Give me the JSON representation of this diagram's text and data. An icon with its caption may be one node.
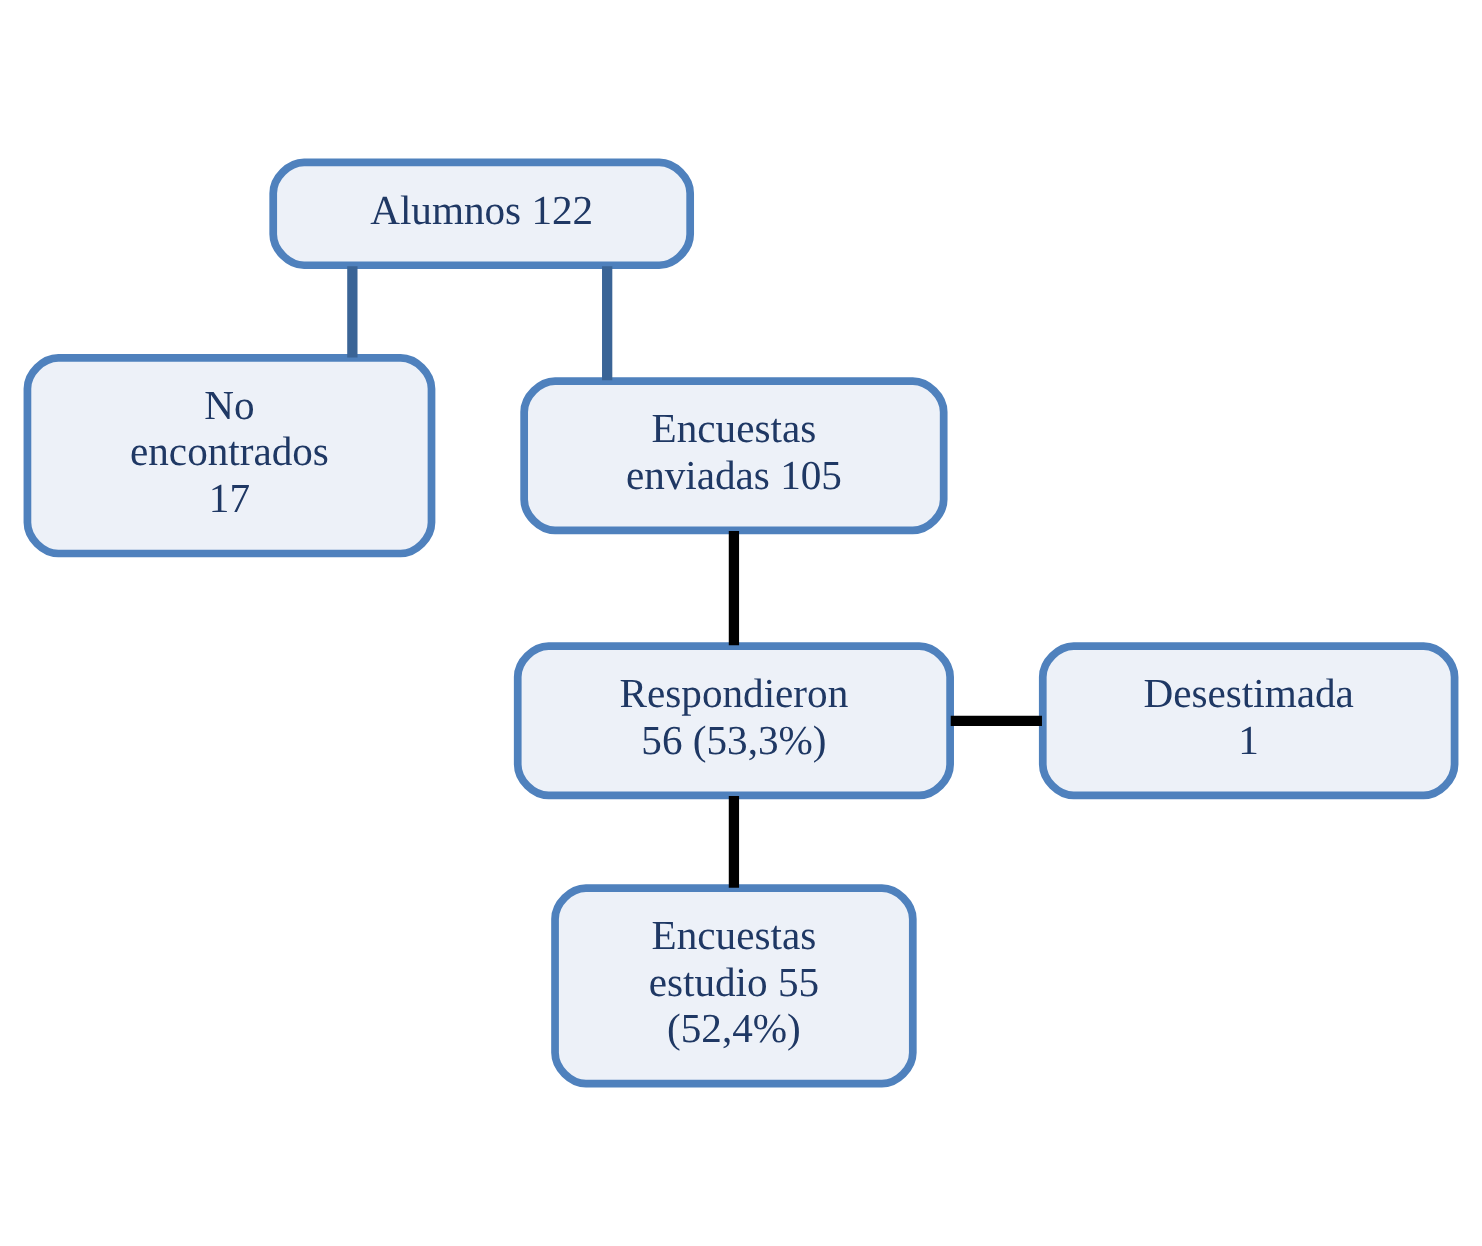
{
  "diagram": {
    "nodes": [
      {
        "text": [
          "Alumnos 122"
        ]
      },
      {
        "text": [
          "No encontrados 17"
        ]
      },
      {
        "text": [
          "Encuestas enviadas 105"
        ]
      },
      {
        "text": [
          "Respondieron 56 (53,3%)"
        ]
      },
      {
        "text": [
          "Desestimada 1"
        ]
      },
      {
        "text": [
          "Encuestas estudio 55 (52,4%)"
        ]
      }
    ],
    "edges": [
      {
        "from": 0,
        "to": 1,
        "arrow": "none",
        "color": "#3a6496"
      },
      {
        "from": 0,
        "to": 2,
        "arrow": "none",
        "color": "#3a6496"
      },
      {
        "from": 2,
        "to": 3,
        "arrow": "none"
      },
      {
        "from": 3,
        "to": 4,
        "arrow": "none"
      },
      {
        "from": 3,
        "to": 5,
        "arrow": "none"
      }
    ]
  }
}
